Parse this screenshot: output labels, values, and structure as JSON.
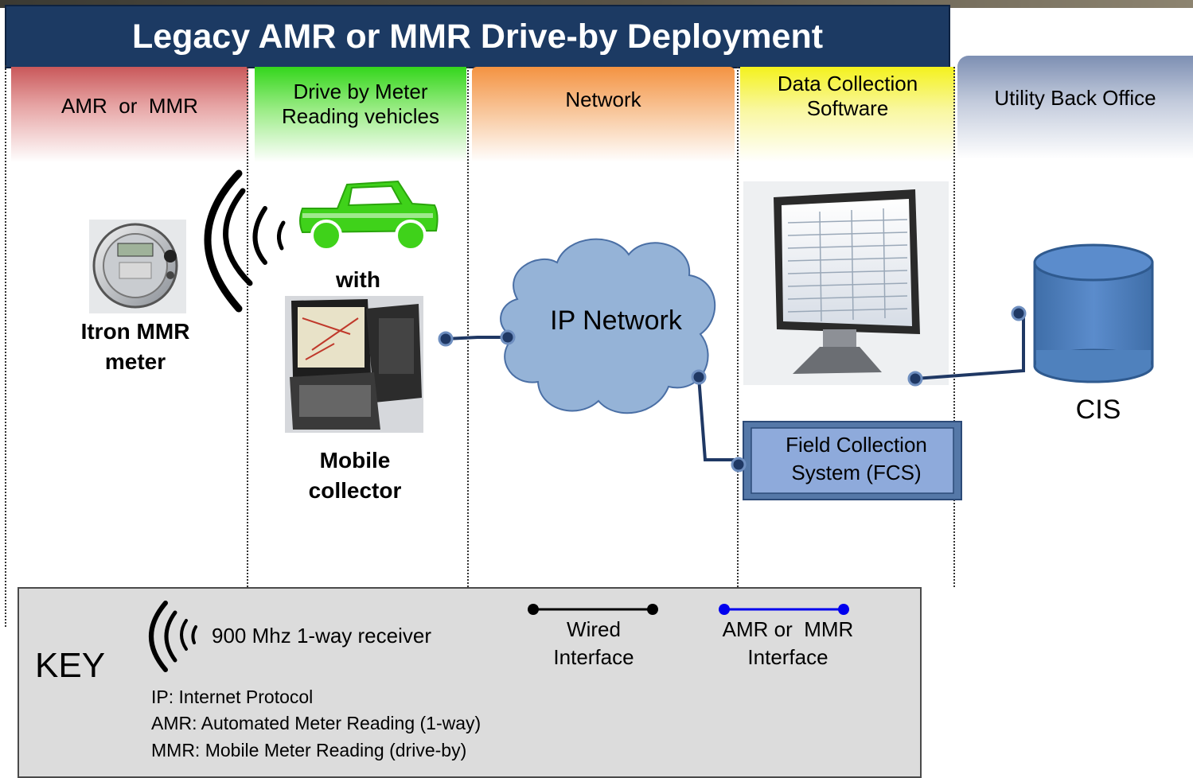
{
  "title": "Legacy AMR or MMR Drive-by Deployment",
  "columns": {
    "amr": "AMR  or  MMR",
    "drive_line1": "Drive by Meter",
    "drive_line2": "Reading vehicles",
    "network": "Network",
    "dcs_line1": "Data Collection",
    "dcs_line2": "Software",
    "ubo": "Utility Back Office"
  },
  "nodes": {
    "meter_line1": "Itron MMR",
    "meter_line2": "meter",
    "with": "with",
    "collector_line1": "Mobile",
    "collector_line2": "collector",
    "ip_network": "IP Network",
    "fcs_line1": "Field Collection",
    "fcs_line2": "System (FCS)",
    "cis": "CIS"
  },
  "key": {
    "title": "KEY",
    "receiver": "900 Mhz 1-way receiver",
    "wired_line1": "Wired",
    "wired_line2": "Interface",
    "amr_line1": "AMR or  MMR",
    "amr_line2": "Interface",
    "abbr_ip": "IP: Internet Protocol",
    "abbr_amr": "AMR: Automated Meter Reading (1-way)",
    "abbr_mmr": "MMR: Mobile Meter Reading (drive-by)"
  },
  "colors": {
    "title_bg": "#1c3a63",
    "truck": "#3fd21a",
    "cloud": "#95b3d7",
    "connector": "#1f3864",
    "amr_interface": "#0000ee",
    "cis_fill": "#4f81bd",
    "fcs_fill": "#8eaadb"
  }
}
